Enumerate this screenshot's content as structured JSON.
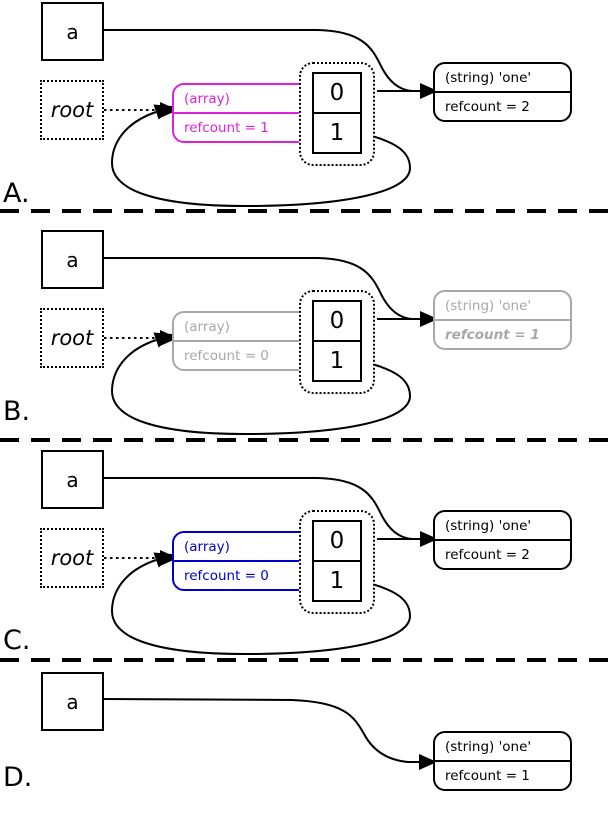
{
  "colors": {
    "magenta": "#dd22dd",
    "gray": "#a8a8a8",
    "blue": "#0000cc",
    "line": "#000000",
    "background": "#ffffff"
  },
  "panels": [
    {
      "label": "A.",
      "var_label": "a",
      "root_label": "root",
      "array_box": {
        "line1": "(array)",
        "line2": "refcount = 1",
        "color": "magenta"
      },
      "hash_cells": [
        "0",
        "1"
      ],
      "string_box": {
        "line1": "(string) 'one'",
        "line2": "refcount = 2",
        "color": "black"
      }
    },
    {
      "label": "B.",
      "var_label": "a",
      "root_label": "root",
      "array_box": {
        "line1": "(array)",
        "line2": "refcount = 0",
        "color": "gray"
      },
      "hash_cells": [
        "0",
        "1"
      ],
      "string_box": {
        "line1": "(string) 'one'",
        "line2": "refcount = 1",
        "color": "gray"
      }
    },
    {
      "label": "C.",
      "var_label": "a",
      "root_label": "root",
      "array_box": {
        "line1": "(array)",
        "line2": "refcount = 0",
        "color": "blue"
      },
      "hash_cells": [
        "0",
        "1"
      ],
      "string_box": {
        "line1": "(string) 'one'",
        "line2": "refcount = 2",
        "color": "black"
      }
    },
    {
      "label": "D.",
      "var_label": "a",
      "string_box": {
        "line1": "(string) 'one'",
        "line2": "refcount = 1",
        "color": "black"
      }
    }
  ]
}
